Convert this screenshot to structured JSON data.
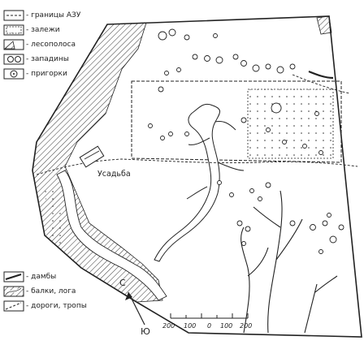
{
  "legend_top": [
    {
      "label": "- границы АЗУ",
      "symbol": "boundary-swatch"
    },
    {
      "label": "- залежи",
      "symbol": "fallow-swatch"
    },
    {
      "label": "- лесополоса",
      "symbol": "forest-belt-swatch"
    },
    {
      "label": "- западины",
      "symbol": "depression-swatch"
    },
    {
      "label": "- пригорки",
      "symbol": "hillock-swatch"
    }
  ],
  "legend_bottom": [
    {
      "label": "- дамбы",
      "symbol": "dam-swatch"
    },
    {
      "label": "- балки, лога",
      "symbol": "gully-swatch"
    },
    {
      "label": "- дороги, тропы",
      "symbol": "road-swatch"
    }
  ],
  "map": {
    "estate_label": "Усадьба",
    "north_label": "С",
    "south_label": "Ю"
  },
  "scale": {
    "ticks": [
      "200",
      "100",
      "0",
      "100",
      "200"
    ]
  },
  "colors": {
    "ink": "#222222",
    "paper": "#ffffff"
  }
}
